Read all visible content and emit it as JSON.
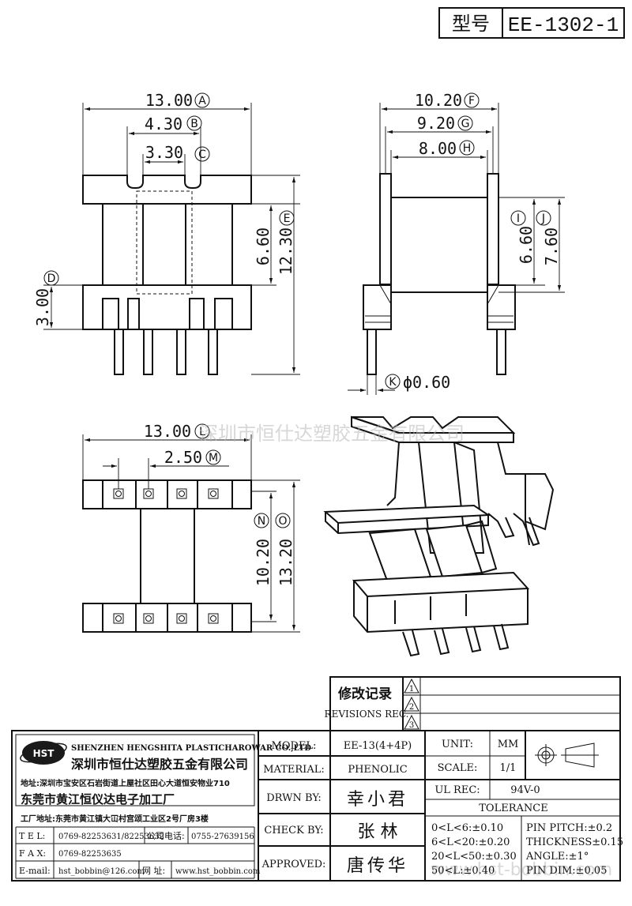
{
  "header": {
    "type_label": "型号",
    "model_number": "EE-1302-1"
  },
  "front_view": {
    "dim_a": "13.00",
    "dim_a_tag": "A",
    "dim_b": "4.30",
    "dim_b_tag": "B",
    "dim_c": "3.30",
    "dim_c_tag": "C",
    "dim_d": "3.00",
    "dim_d_tag": "D",
    "dim_6_60": "6.60",
    "dim_e": "12.30",
    "dim_e_tag": "E"
  },
  "side_view": {
    "dim_f": "10.20",
    "dim_f_tag": "F",
    "dim_g": "9.20",
    "dim_g_tag": "G",
    "dim_h": "8.00",
    "dim_h_tag": "H",
    "dim_i": "6.60",
    "dim_i_tag": "I",
    "dim_j": "7.60",
    "dim_j_tag": "J",
    "dim_k": "ϕ0.60",
    "dim_k_tag": "K"
  },
  "bottom_view": {
    "dim_l": "13.00",
    "dim_l_tag": "L",
    "dim_m": "2.50",
    "dim_m_tag": "M",
    "dim_n": "10.20",
    "dim_n_tag": "N",
    "dim_o": "13.20",
    "dim_o_tag": "O"
  },
  "watermark": {
    "text": "深圳市恒仕达塑胶五金有限公司",
    "bottom_text": "www.hst-bobbin.com"
  },
  "revisions": {
    "label_cn": "修改记录",
    "label_en": "REVISIONS REC.",
    "rows": [
      "1",
      "2",
      "3"
    ]
  },
  "company": {
    "logo_text": "HST",
    "name_en": "SHENZHEN HENGSHITA PLASTICHAROWAR CO.,LTD",
    "name_cn": "深圳市恒仕达塑胶五金有限公司",
    "address": "地址:深圳市宝安区石岩街道上屋社区田心大道恒安物业710",
    "factory_cn": "东莞市黄江恒仪达电子加工厂",
    "factory_address": "工厂地址:东莞市黄江镇大冚村宫颂工业区2号厂房3楼"
  },
  "contacts": {
    "tel_label": "T E L:",
    "tel_value": "0769-82253631/82253632",
    "company_tel_label": "公司电话:",
    "company_tel_value": "0755-27639156",
    "fax_label": "F A X:",
    "fax_value": "0769-82253635",
    "email_label": "E-mail:",
    "email_value": "hst_bobbin@126.com",
    "web_label": "网 址:",
    "web_value": "www.hst_bobbin.com"
  },
  "title_block": {
    "model_label": "MODEL:",
    "model_value": "EE-13(4+4P)",
    "material_label": "MATERIAL:",
    "material_value": "PHENOLIC",
    "drawn_label": "DRWN BY:",
    "drawn_value": "幸小君",
    "check_label": "CHECK BY:",
    "check_value": "张  林",
    "approved_label": "APPROVED:",
    "approved_value": "唐传华",
    "unit_label": "UNIT:",
    "unit_value": "MM",
    "scale_label": "SCALE:",
    "scale_value": "1/1",
    "ul_label": "UL REC:",
    "ul_value": "94V-0",
    "tolerance_label": "TOLERANCE",
    "tol_1": "0<L<6:±0.10",
    "tol_2": "6<L<20:±0.20",
    "tol_3": "20<L<50:±0.30",
    "tol_4": "50<L:±0.40",
    "pin_pitch": "PIN PITCH:±0.2",
    "thickness": "THICKNESS±0.15",
    "angle": "ANGLE:±1°",
    "pin_dim": "PIN DIM:±0.05"
  }
}
